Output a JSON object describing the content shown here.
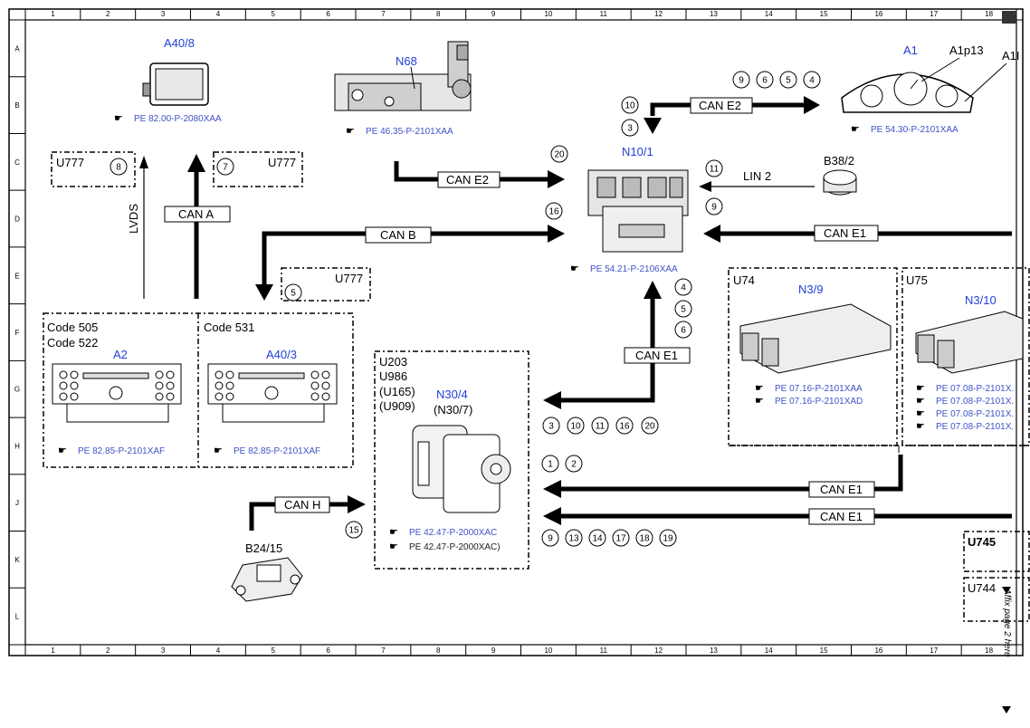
{
  "grid": {
    "columns": [
      "1",
      "2",
      "3",
      "4",
      "5",
      "6",
      "7",
      "8",
      "9",
      "10",
      "11",
      "12",
      "13",
      "14",
      "15",
      "16",
      "17",
      "18"
    ],
    "rows": [
      "A",
      "B",
      "C",
      "D",
      "E",
      "F",
      "G",
      "H",
      "J",
      "K",
      "L"
    ]
  },
  "components": {
    "a40_8": {
      "name": "A40/8",
      "ref": "PE 82.00-P-2080XAA"
    },
    "n68": {
      "name": "N68",
      "ref": "PE 46.35-P-2101XAA"
    },
    "a1": {
      "name": "A1",
      "sub1": "A1p13",
      "sub2": "A1I",
      "ref": "PE 54.30-P-2101XAA"
    },
    "n10_1": {
      "name": "N10/1",
      "ref": "PE 54.21-P-2106XAA"
    },
    "b38_2": {
      "name": "B38/2"
    },
    "a2": {
      "name": "A2",
      "code1": "Code 505",
      "code2": "Code 522",
      "ref": "PE 82.85-P-2101XAF"
    },
    "a40_3": {
      "name": "A40/3",
      "code": "Code 531",
      "ref": "PE 82.85-P-2101XAF"
    },
    "n30_4": {
      "name": "N30/4",
      "alt": "(N30/7)",
      "u1": "U203",
      "u2": "U986",
      "u3": "(U165)",
      "u4": "(U909)",
      "ref1": "PE 42.47-P-2000XAC",
      "ref2": "PE 42.47-P-2000XAC)"
    },
    "n3_9": {
      "name": "N3/9",
      "box": "U74",
      "ref1": "PE 07.16-P-2101XAA",
      "ref2": "PE 07.16-P-2101XAD"
    },
    "n3_10": {
      "name": "N3/10",
      "box": "U75",
      "ref1": "PE 07.08-P-2101X.",
      "ref2": "PE 07.08-P-2101X.",
      "ref3": "PE 07.08-P-2101X.",
      "ref4": "PE 07.08-P-2101X."
    },
    "b24_15": {
      "name": "B24/15"
    }
  },
  "boxes": {
    "u777_left": "U777",
    "u777_mid": "U777",
    "u777_e": "U777",
    "u745": "U745",
    "u744": "U744"
  },
  "buses": {
    "can_a": "CAN A",
    "can_b": "CAN B",
    "can_e2_top": "CAN E2",
    "can_e2_left": "CAN E2",
    "lin2": "LIN 2",
    "can_e1_right": "CAN E1",
    "can_e1_center": "CAN E1",
    "can_e1_j1": "CAN E1",
    "can_e1_j2": "CAN E1",
    "can_h": "CAN H",
    "lvds": "LVDS"
  },
  "markers": {
    "m8": "8",
    "m7": "7",
    "m5": "5",
    "m9a": "9",
    "m6a": "6",
    "m5a": "5",
    "m4a": "4",
    "m10a": "10",
    "m3a": "3",
    "m20a": "20",
    "m16a": "16",
    "m11a": "11",
    "m9b": "9",
    "m4b": "4",
    "m5b": "5",
    "m6b": "6",
    "m3c": "3",
    "m10c": "10",
    "m11c": "11",
    "m16c": "16",
    "m20c": "20",
    "m1": "1",
    "m2": "2",
    "m9d": "9",
    "m13": "13",
    "m14": "14",
    "m17": "17",
    "m18": "18",
    "m19": "19",
    "m15": "15"
  },
  "side_note": "Affix page 2 here"
}
